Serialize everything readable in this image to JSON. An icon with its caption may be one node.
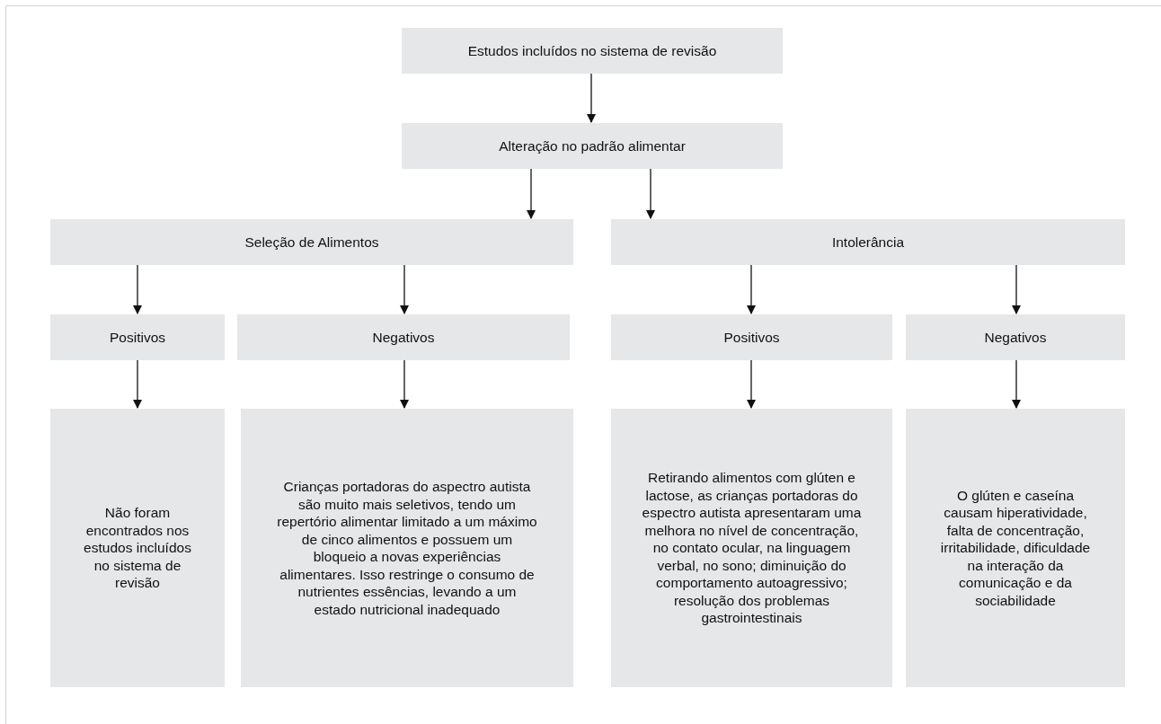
{
  "diagram": {
    "nodes": [
      {
        "text": [
          "Estudos incluídos no sistema de revisão"
        ]
      },
      {
        "text": [
          "Alteração no padrão alimentar"
        ]
      },
      {
        "text": [
          "Seleção de Alimentos"
        ]
      },
      {
        "text": [
          "Intolerância"
        ]
      },
      {
        "text": [
          "Positivos"
        ]
      },
      {
        "text": [
          "Negativos"
        ]
      },
      {
        "text": [
          "Positivos"
        ]
      },
      {
        "text": [
          "Negativos"
        ]
      },
      {
        "text": [
          "Não foram encontrados nos estudos incluídos no sistema de revisão"
        ]
      },
      {
        "text": [
          "Crianças portadoras do aspectro autista são muito mais seletivos, tendo um repertório alimentar limitado a um máximo de cinco alimentos e possuem um bloqueio a novas experiências alimentares. Isso restringe o consumo de nutrientes essências, levando a um estado nutricional inadequado"
        ]
      },
      {
        "text": [
          "Retirando alimentos com glúten e lactose, as crianças portadoras do espectro autista apresentaram uma melhora no nível de concentração, no contato ocular, na linguagem verbal, no sono; diminuição do comportamento autoagressivo; resolução dos problemas gastrointestinais"
        ]
      },
      {
        "text": [
          "O glúten e caseína causam hiperatividade, falta de concentração, irritabilidade, dificuldade na interação da comunicação e da sociabilidade"
        ]
      }
    ],
    "edges": [
      {
        "from": 0,
        "to": 1,
        "arrow": "to"
      },
      {
        "from": 1,
        "to": 2,
        "arrow": "to"
      },
      {
        "from": 1,
        "to": 3,
        "arrow": "to"
      },
      {
        "from": 2,
        "to": 4,
        "arrow": "to"
      },
      {
        "from": 2,
        "to": 5,
        "arrow": "to"
      },
      {
        "from": 3,
        "to": 6,
        "arrow": "to"
      },
      {
        "from": 3,
        "to": 7,
        "arrow": "to"
      },
      {
        "from": 4,
        "to": 8,
        "arrow": "to"
      },
      {
        "from": 5,
        "to": 9,
        "arrow": "to"
      },
      {
        "from": 6,
        "to": 10,
        "arrow": "to"
      },
      {
        "from": 7,
        "to": 11,
        "arrow": "to"
      }
    ]
  }
}
